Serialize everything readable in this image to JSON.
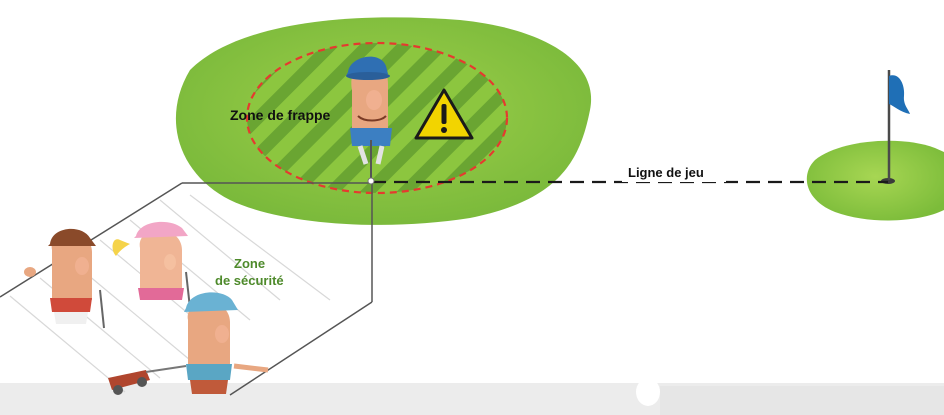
{
  "labels": {
    "hitting_zone": "Zone de frappe",
    "line_of_play": "Ligne de jeu",
    "safety_zone_line1": "Zone",
    "safety_zone_line2": "de sécurité"
  },
  "icons": {
    "warning": "warning-triangle-icon",
    "flag": "golf-flag-icon"
  },
  "colors": {
    "grass": "#8cc63f",
    "grass_dark": "#6aa532",
    "hitting_zone_border": "#e53a2f",
    "warning_fill": "#f2d400",
    "flag_blue": "#1f6fb6",
    "safety_text": "#4e8a2b",
    "bottom_bar": "#ececec"
  }
}
